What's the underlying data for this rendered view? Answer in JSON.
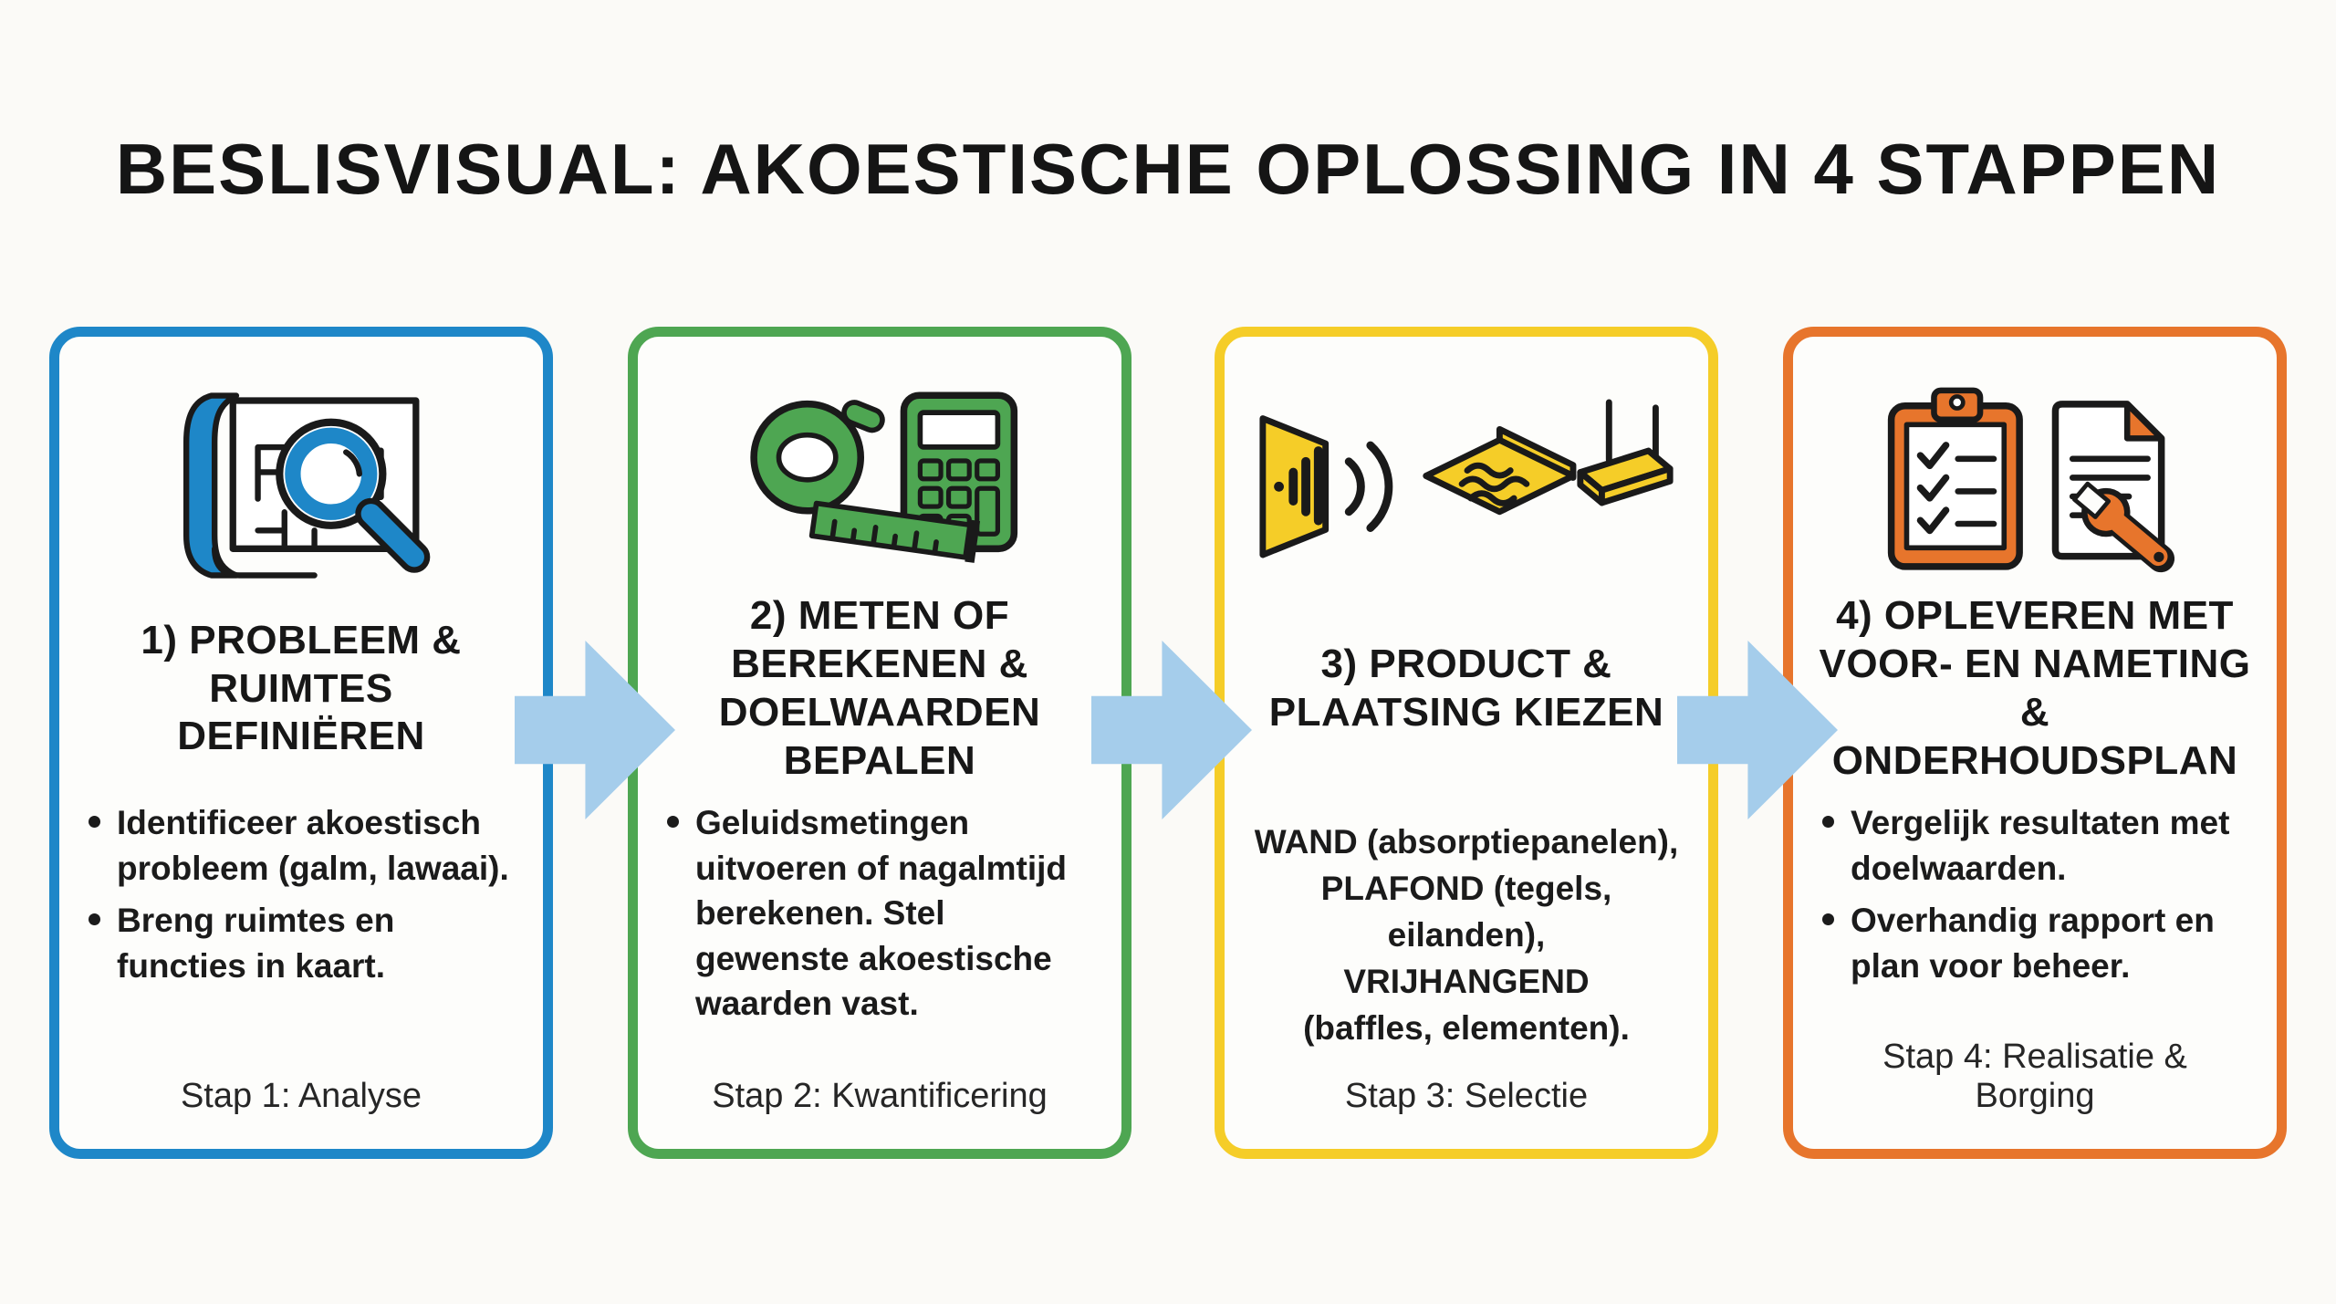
{
  "title": "BESLISVISUAL: AKOESTISCHE OPLOSSING IN 4 STAPPEN",
  "colors": {
    "background": "#fbfaf7",
    "card_background": "#fdfdfb",
    "arrow": "#a5cdeb",
    "text": "#1b1b1b",
    "step1_accent": "#1e87c8",
    "step2_accent": "#4ea652",
    "step3_accent": "#f5cd28",
    "step4_accent": "#e7752c"
  },
  "steps": [
    {
      "accent_color": "#1e87c8",
      "icons": [
        "blueprint-icon",
        "magnifier-icon"
      ],
      "title": "1) PROBLEEM &\nRUIMTES DEFINIËREN",
      "bullets": [
        "Identificeer akoestisch probleem (galm, lawaai).",
        "Breng ruimtes en functies in kaart."
      ],
      "footer": "Stap 1: Analyse"
    },
    {
      "accent_color": "#4ea652",
      "icons": [
        "tape-measure-icon",
        "calculator-icon"
      ],
      "title": "2) METEN OF\nBEREKENEN &\nDOELWAARDEN\nBEPALEN",
      "bullets": [
        "Geluidsmetingen uitvoeren of nagalmtijd berekenen. Stel gewenste akoestische waarden vast."
      ],
      "footer": "Stap 2: Kwantificering"
    },
    {
      "accent_color": "#f5cd28",
      "icons": [
        "wall-panel-icon",
        "sound-waves-icon",
        "ceiling-tile-icon",
        "suspended-baffle-icon"
      ],
      "title": "3) PRODUCT &\nPLAATSING KIEZEN",
      "body": "WAND (absorptiepanelen),\nPLAFOND (tegels, eilanden),\nVRIJHANGEND\n(baffles, elementen).",
      "footer": "Stap 3: Selectie"
    },
    {
      "accent_color": "#e7752c",
      "icons": [
        "clipboard-checklist-icon",
        "report-wrench-icon"
      ],
      "title": "4) OPLEVEREN MET\nVOOR- EN NAMETING\n& ONDERHOUDSPLAN",
      "bullets": [
        "Vergelijk resultaten met doelwaarden.",
        "Overhandig rapport en plan voor beheer."
      ],
      "footer": "Stap 4: Realisatie & Borging"
    }
  ]
}
